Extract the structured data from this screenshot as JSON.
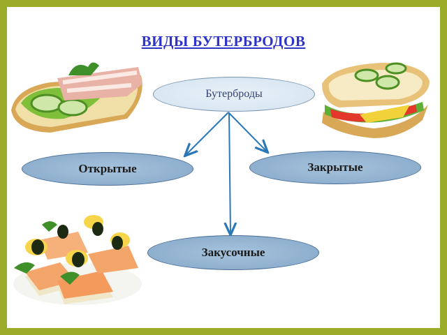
{
  "title": "ВИДЫ БУТЕРБРОДОВ",
  "root": {
    "label": "Бутерброды"
  },
  "children": [
    {
      "label": "Открытые"
    },
    {
      "label": "Закрытые"
    },
    {
      "label": "Закусочные"
    }
  ],
  "colors": {
    "border": "#9aac2a",
    "title": "#2f33c8",
    "arrow": "#2b78b8",
    "node_fill": "#9bbad6",
    "root_fill": "#dde9f4"
  },
  "images": [
    {
      "icon": "open-sandwich-image"
    },
    {
      "icon": "closed-sandwich-image"
    },
    {
      "icon": "canape-snack-image"
    }
  ]
}
